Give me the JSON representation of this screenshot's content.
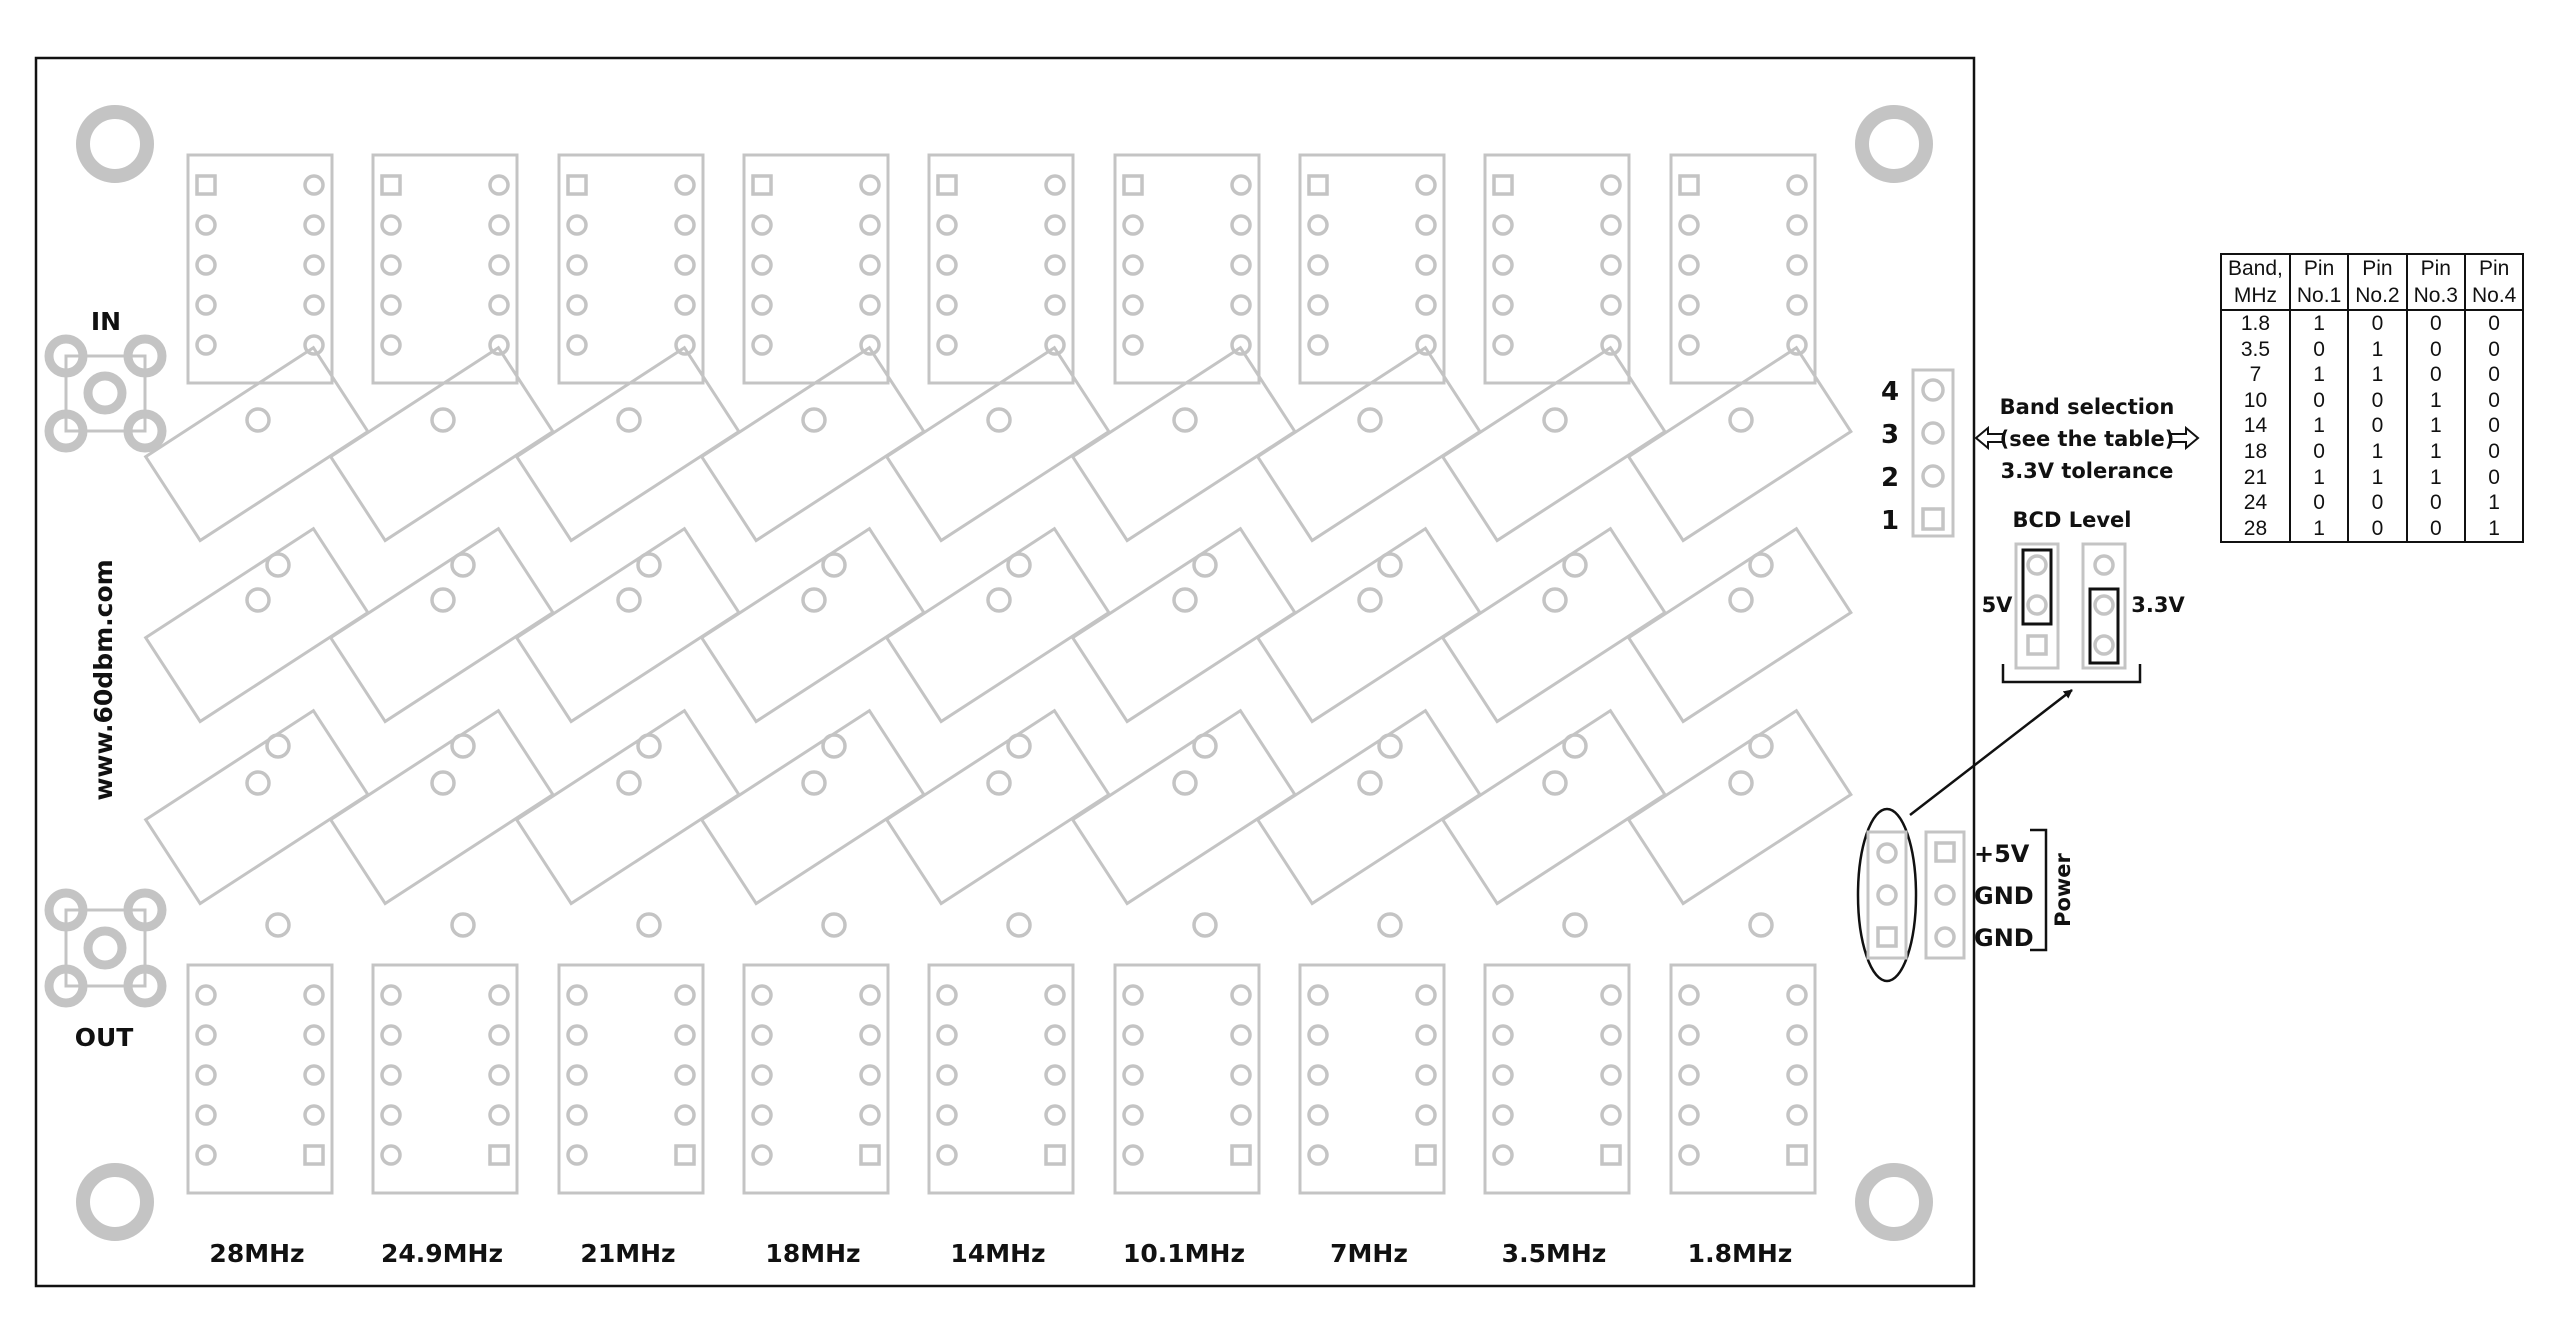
{
  "board": {
    "in_label": "IN",
    "out_label": "OUT",
    "website": "www.60dbm.com",
    "bands": [
      "28MHz",
      "24.9MHz",
      "21MHz",
      "18MHz",
      "14MHz",
      "10.1MHz",
      "7MHz",
      "3.5MHz",
      "1.8MHz"
    ],
    "pins": [
      "4",
      "3",
      "2",
      "1"
    ],
    "band_selection": [
      "Band selection",
      "(see the table)",
      "3.3V tolerance"
    ],
    "bcd_level": "BCD Level",
    "level_5v": "5V",
    "level_33v": "3.3V",
    "power_pins": [
      "+5V",
      "GND",
      "GND"
    ],
    "power_label": "Power"
  },
  "table": {
    "header_top": [
      "Band,",
      "Pin",
      "Pin",
      "Pin",
      "Pin"
    ],
    "header_bottom": [
      "MHz",
      "No.1",
      "No.2",
      "No.3",
      "No.4"
    ],
    "rows": [
      [
        "1.8",
        "1",
        "0",
        "0",
        "0"
      ],
      [
        "3.5",
        "0",
        "1",
        "0",
        "0"
      ],
      [
        "7",
        "1",
        "1",
        "0",
        "0"
      ],
      [
        "10",
        "0",
        "0",
        "1",
        "0"
      ],
      [
        "14",
        "1",
        "0",
        "1",
        "0"
      ],
      [
        "18",
        "0",
        "1",
        "1",
        "0"
      ],
      [
        "21",
        "1",
        "1",
        "1",
        "0"
      ],
      [
        "24",
        "0",
        "0",
        "0",
        "1"
      ],
      [
        "28",
        "1",
        "0",
        "0",
        "1"
      ]
    ]
  }
}
